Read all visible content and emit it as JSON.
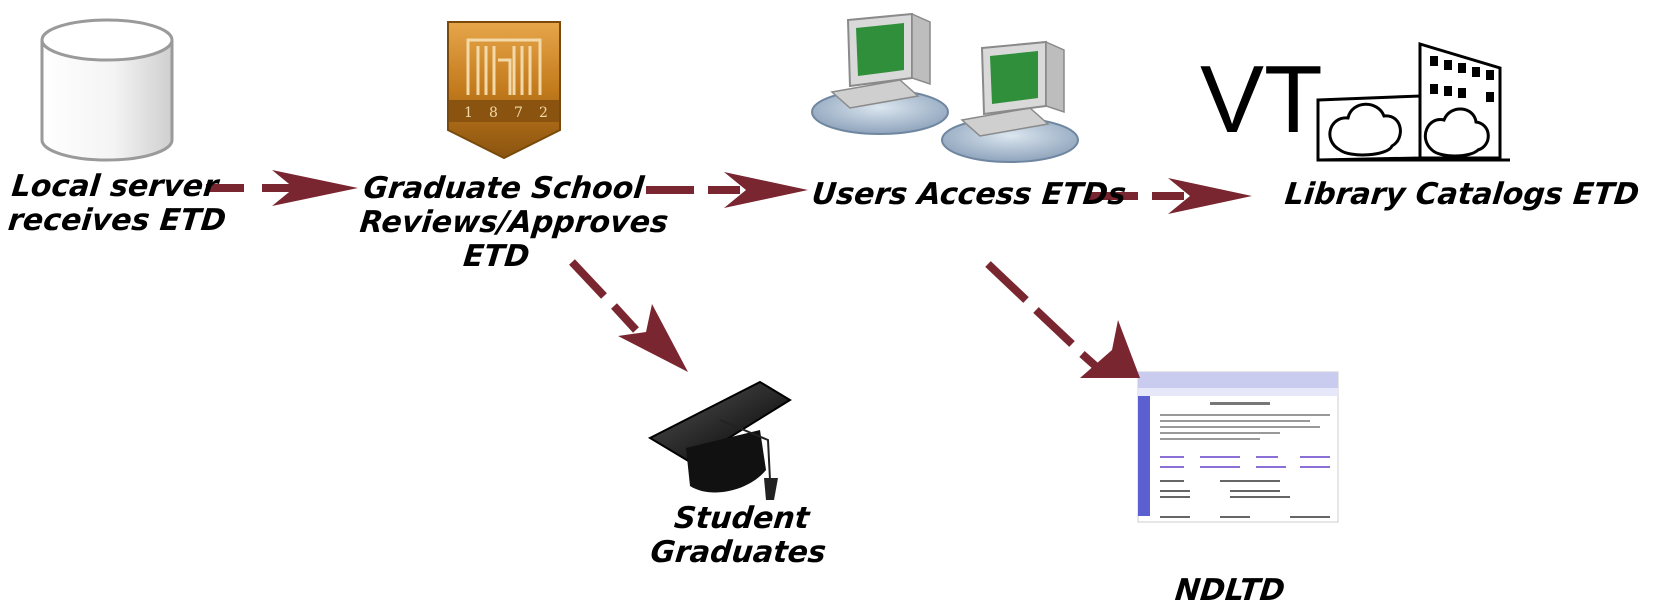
{
  "nodes": {
    "local_server": {
      "lines": [
        "Local server",
        "receives ETD"
      ],
      "icon": "database-cylinder-icon"
    },
    "grad_school": {
      "lines": [
        "Graduate School",
        "Reviews/Approves",
        "ETD"
      ],
      "icon": "university-seal-icon",
      "seal_year_digits": [
        "1",
        "8",
        "7",
        "2"
      ]
    },
    "users_access": {
      "lines": [
        "Users Access ETDs"
      ],
      "icon": "computers-icon"
    },
    "library": {
      "lines": [
        "Library Catalogs ETD"
      ],
      "icon": "library-building-icon",
      "logo_text": "VT"
    },
    "student": {
      "lines": [
        "Student",
        "Graduates"
      ],
      "icon": "graduation-cap-icon"
    },
    "ndltd": {
      "lines": [
        "NDLTD"
      ],
      "icon": "website-screenshot-icon"
    }
  },
  "colors": {
    "arrow": "#7a2630",
    "seal_gold": "#c8801e",
    "seal_dark": "#7a4a0c",
    "monitor_screen": "#2f8f3a",
    "monitor_body": "#d9d9d9",
    "base_blue": "#9fb2c8",
    "ndltd_banner": "#c9ccef",
    "ndltd_sidebar": "#5b5fcf"
  }
}
